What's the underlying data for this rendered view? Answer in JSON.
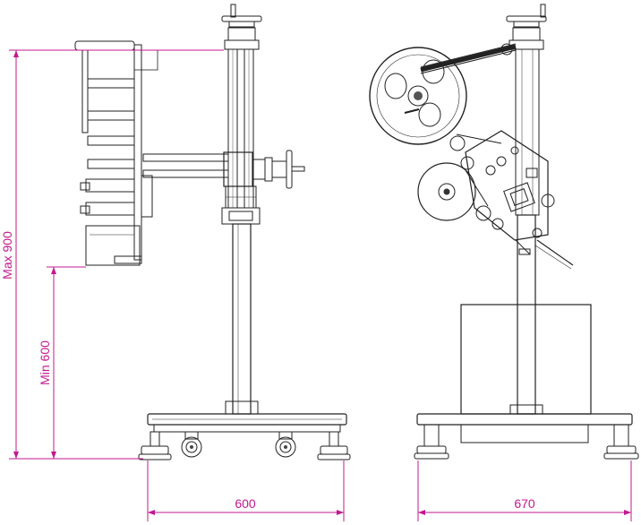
{
  "colors": {
    "dimension": "#c2188f",
    "line": "#222222",
    "steel": "#e9ecef",
    "copper": "#b5654a",
    "tan_roll": "#d8bba4",
    "wheel": "#8b1e1e",
    "green": "#3f8a3f",
    "blue": "#2b3f8f"
  },
  "dimensions": {
    "max_height": "Max 900",
    "min_height": "Min 600",
    "side_width": "600",
    "front_width": "670"
  }
}
